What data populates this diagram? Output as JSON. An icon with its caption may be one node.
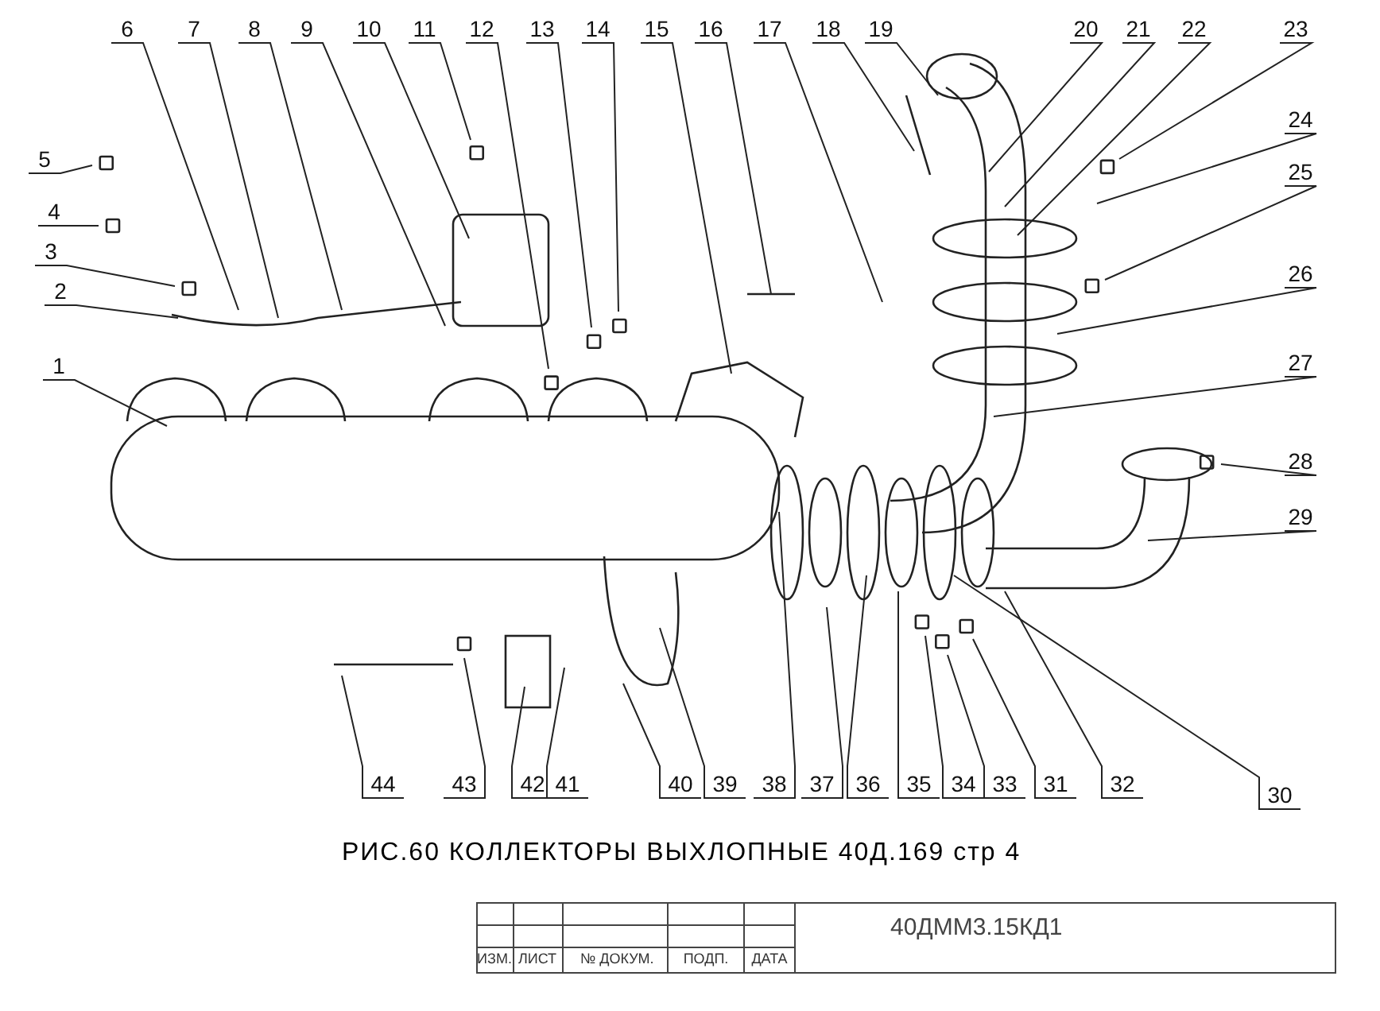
{
  "diagram": {
    "caption": "РИС.60 КОЛЛЕКТОРЫ ВЫХЛОПНЫЕ 40Д.169 стр 4",
    "nodes": [
      {
        "text": [
          "1"
        ]
      },
      {
        "text": [
          "2"
        ]
      },
      {
        "text": [
          "3"
        ]
      },
      {
        "text": [
          "4"
        ]
      },
      {
        "text": [
          "5"
        ]
      },
      {
        "text": [
          "6"
        ]
      },
      {
        "text": [
          "7"
        ]
      },
      {
        "text": [
          "8"
        ]
      },
      {
        "text": [
          "9"
        ]
      },
      {
        "text": [
          "10"
        ]
      },
      {
        "text": [
          "11"
        ]
      },
      {
        "text": [
          "12"
        ]
      },
      {
        "text": [
          "13"
        ]
      },
      {
        "text": [
          "14"
        ]
      },
      {
        "text": [
          "15"
        ]
      },
      {
        "text": [
          "16"
        ]
      },
      {
        "text": [
          "17"
        ]
      },
      {
        "text": [
          "18"
        ]
      },
      {
        "text": [
          "19"
        ]
      },
      {
        "text": [
          "20"
        ]
      },
      {
        "text": [
          "21"
        ]
      },
      {
        "text": [
          "22"
        ]
      },
      {
        "text": [
          "23"
        ]
      },
      {
        "text": [
          "24"
        ]
      },
      {
        "text": [
          "25"
        ]
      },
      {
        "text": [
          "26"
        ]
      },
      {
        "text": [
          "27"
        ]
      },
      {
        "text": [
          "28"
        ]
      },
      {
        "text": [
          "29"
        ]
      },
      {
        "text": [
          "30"
        ]
      },
      {
        "text": [
          "31"
        ]
      },
      {
        "text": [
          "32"
        ]
      },
      {
        "text": [
          "33"
        ]
      },
      {
        "text": [
          "34"
        ]
      },
      {
        "text": [
          "35"
        ]
      },
      {
        "text": [
          "36"
        ]
      },
      {
        "text": [
          "37"
        ]
      },
      {
        "text": [
          "38"
        ]
      },
      {
        "text": [
          "39"
        ]
      },
      {
        "text": [
          "40"
        ]
      },
      {
        "text": [
          "41"
        ]
      },
      {
        "text": [
          "42"
        ]
      },
      {
        "text": [
          "43"
        ]
      },
      {
        "text": [
          "44"
        ]
      }
    ],
    "edges": [
      {
        "from": 0,
        "to": null,
        "arrow": "none"
      },
      {
        "from": 1,
        "to": null,
        "arrow": "none"
      },
      {
        "from": 2,
        "to": null,
        "arrow": "none"
      },
      {
        "from": 3,
        "to": null,
        "arrow": "none"
      },
      {
        "from": 4,
        "to": null,
        "arrow": "none"
      },
      {
        "from": 5,
        "to": null,
        "arrow": "none"
      },
      {
        "from": 6,
        "to": null,
        "arrow": "none"
      },
      {
        "from": 7,
        "to": null,
        "arrow": "none"
      },
      {
        "from": 8,
        "to": null,
        "arrow": "none"
      },
      {
        "from": 9,
        "to": null,
        "arrow": "none"
      },
      {
        "from": 10,
        "to": null,
        "arrow": "none"
      },
      {
        "from": 11,
        "to": null,
        "arrow": "none"
      },
      {
        "from": 12,
        "to": null,
        "arrow": "none"
      },
      {
        "from": 13,
        "to": null,
        "arrow": "none"
      },
      {
        "from": 14,
        "to": null,
        "arrow": "none"
      },
      {
        "from": 15,
        "to": null,
        "arrow": "none"
      },
      {
        "from": 16,
        "to": null,
        "arrow": "none"
      },
      {
        "from": 17,
        "to": null,
        "arrow": "none"
      },
      {
        "from": 18,
        "to": null,
        "arrow": "none"
      },
      {
        "from": 19,
        "to": null,
        "arrow": "none"
      },
      {
        "from": 20,
        "to": null,
        "arrow": "none"
      },
      {
        "from": 21,
        "to": null,
        "arrow": "none"
      },
      {
        "from": 22,
        "to": null,
        "arrow": "none"
      },
      {
        "from": 23,
        "to": null,
        "arrow": "none"
      },
      {
        "from": 24,
        "to": null,
        "arrow": "none"
      },
      {
        "from": 25,
        "to": null,
        "arrow": "none"
      },
      {
        "from": 26,
        "to": null,
        "arrow": "none"
      },
      {
        "from": 27,
        "to": null,
        "arrow": "none"
      },
      {
        "from": 28,
        "to": null,
        "arrow": "none"
      },
      {
        "from": 29,
        "to": null,
        "arrow": "none"
      },
      {
        "from": 30,
        "to": null,
        "arrow": "none"
      },
      {
        "from": 31,
        "to": null,
        "arrow": "none"
      },
      {
        "from": 32,
        "to": null,
        "arrow": "none"
      },
      {
        "from": 33,
        "to": null,
        "arrow": "none"
      },
      {
        "from": 34,
        "to": null,
        "arrow": "none"
      },
      {
        "from": 35,
        "to": null,
        "arrow": "none"
      },
      {
        "from": 36,
        "to": null,
        "arrow": "none"
      },
      {
        "from": 37,
        "to": null,
        "arrow": "none"
      },
      {
        "from": 38,
        "to": null,
        "arrow": "none"
      },
      {
        "from": 39,
        "to": null,
        "arrow": "none"
      },
      {
        "from": 40,
        "to": null,
        "arrow": "none"
      },
      {
        "from": 41,
        "to": null,
        "arrow": "none"
      },
      {
        "from": 42,
        "to": null,
        "arrow": "none"
      },
      {
        "from": 43,
        "to": null,
        "arrow": "none"
      }
    ],
    "labels": [
      "ИЗМ.",
      "ЛИСТ",
      "№ ДОКУМ.",
      "ПОДП.",
      "ДАТА",
      "40ДММ3.15КД1"
    ]
  }
}
